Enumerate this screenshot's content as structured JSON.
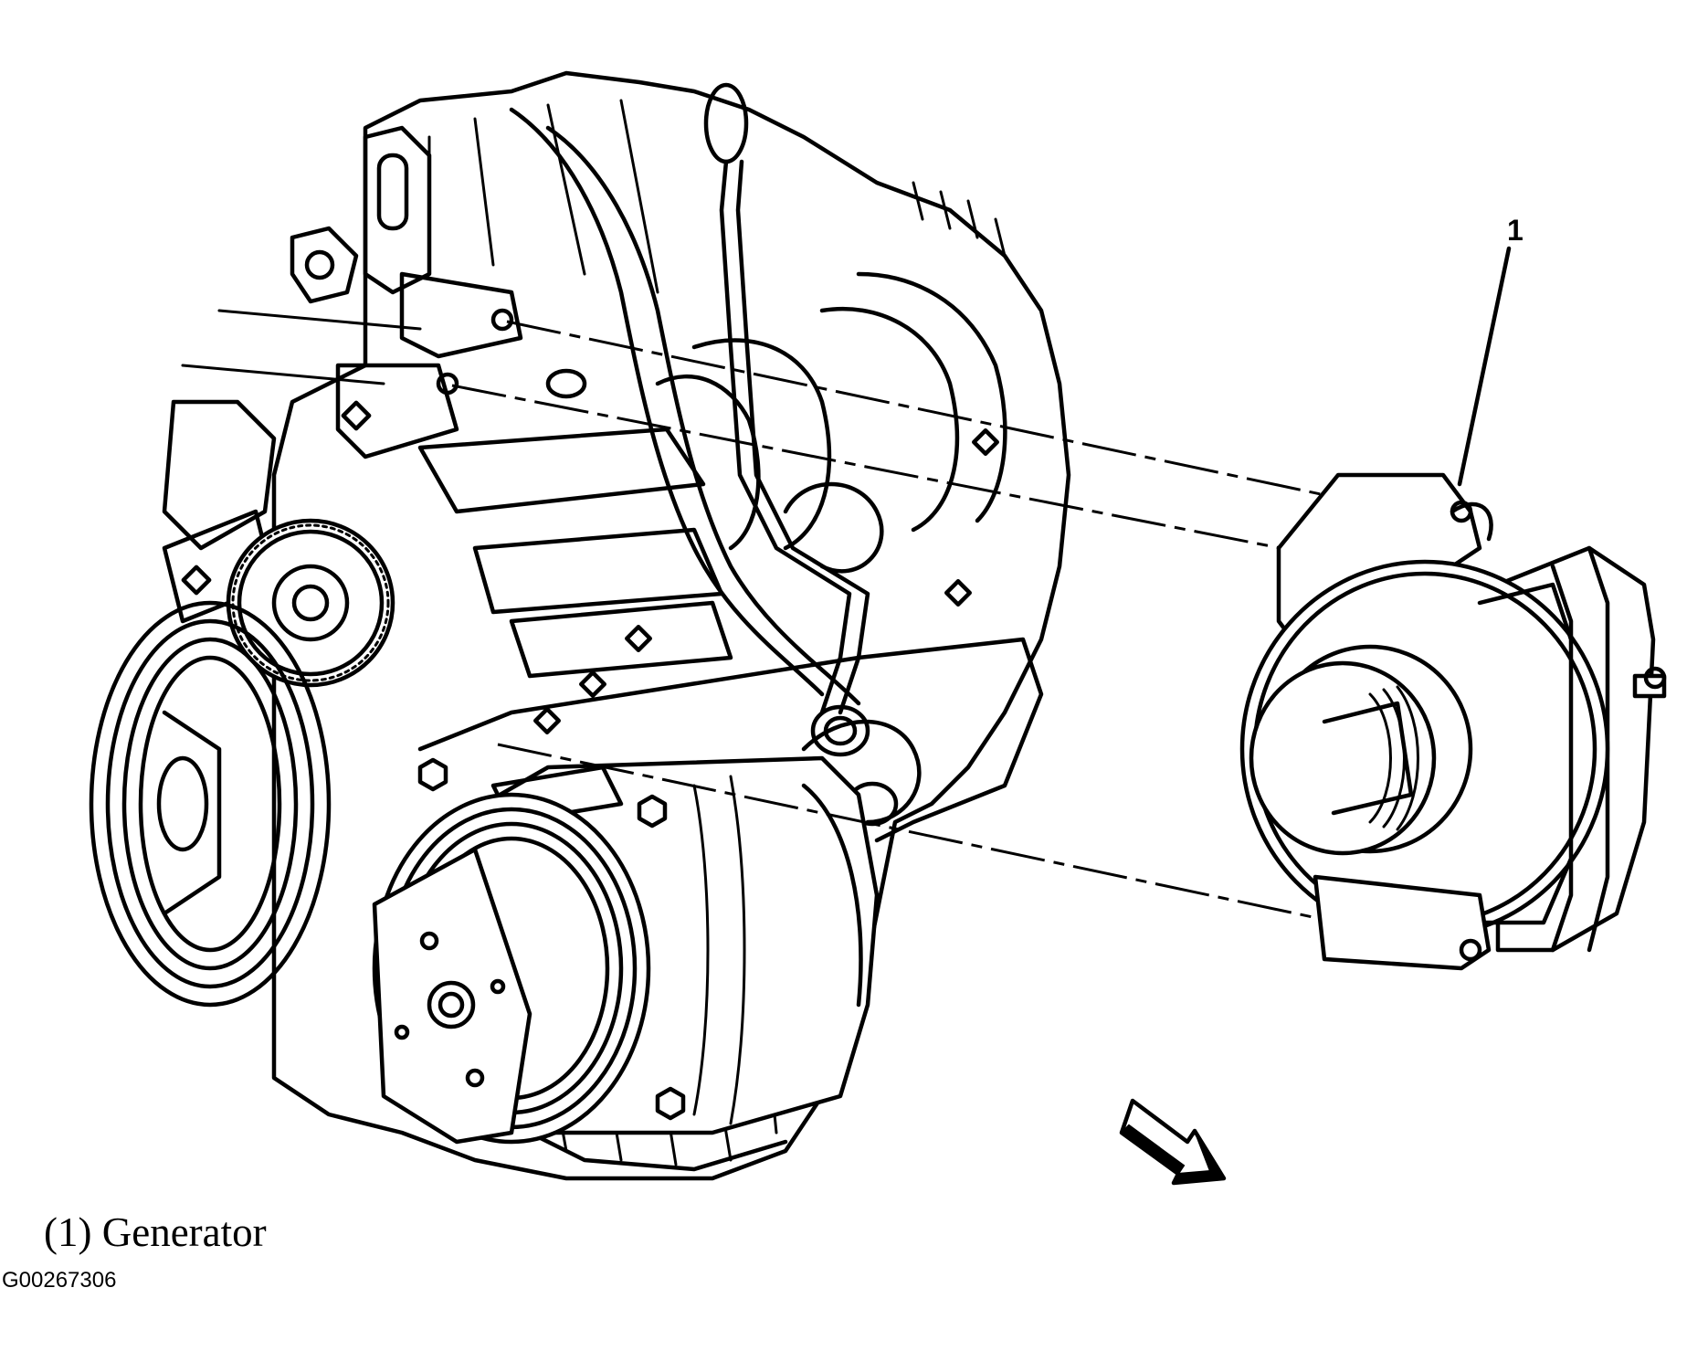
{
  "figure": {
    "callout": "1",
    "caption": "(1) Generator",
    "figure_id": "G00267306",
    "icons": [
      "engine-illustration",
      "generator-illustration",
      "view-direction-arrow-icon"
    ]
  }
}
